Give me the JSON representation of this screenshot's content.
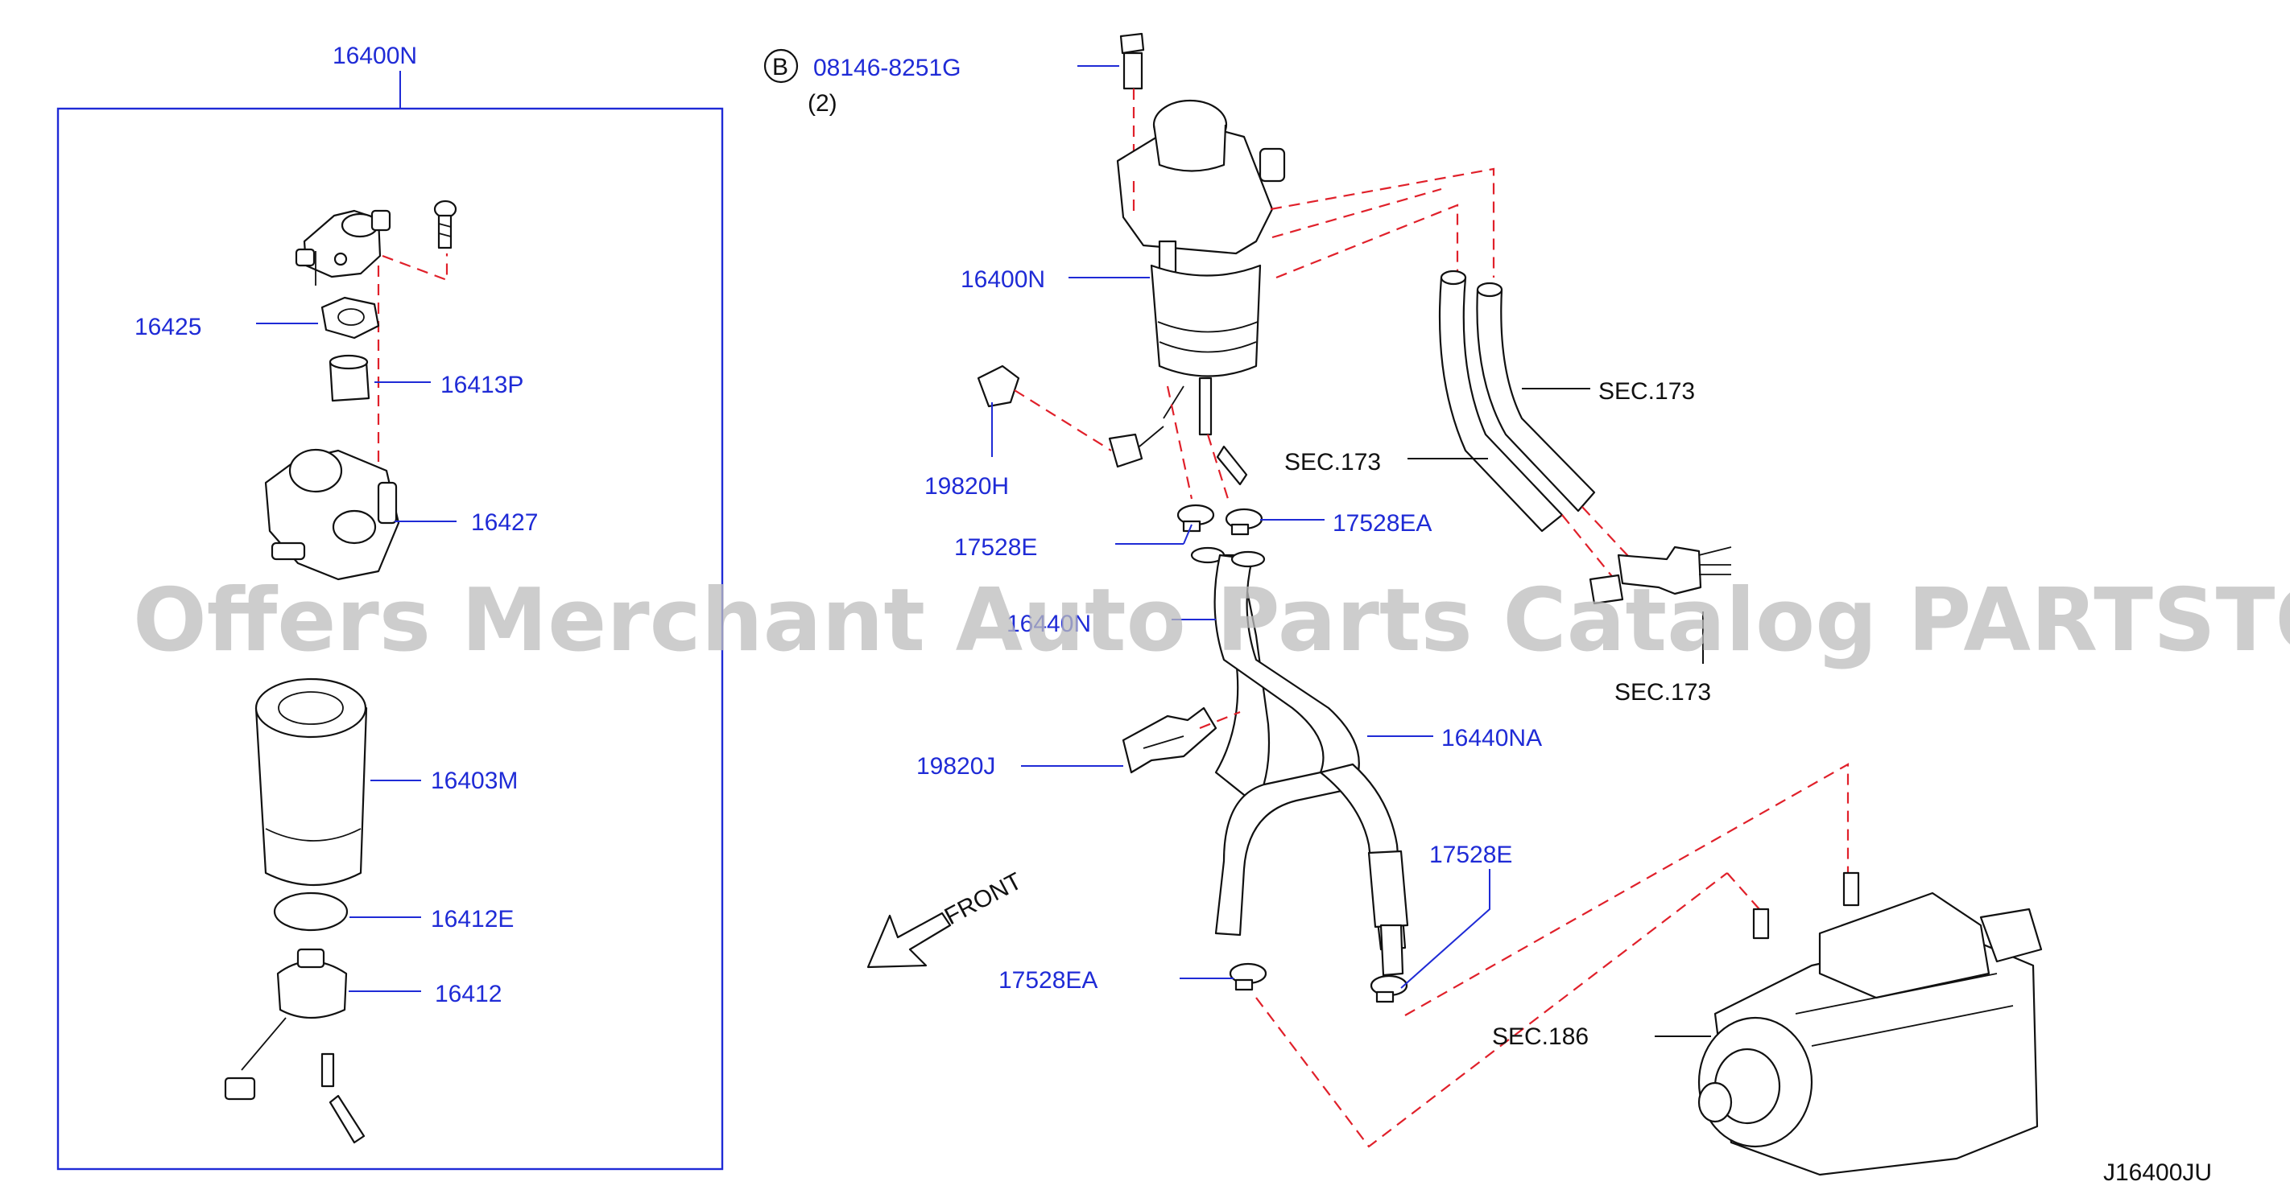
{
  "diagram": {
    "watermark": "Offers Merchant Auto Parts Catalog PARTSTORE.SA",
    "diagram_code": "J16400JU",
    "bolt_callout": {
      "symbol": "B",
      "part": "08146-8251G",
      "qty": "(2)"
    },
    "front_label": "FRONT",
    "labels": {
      "assembly_box_title": "16400N",
      "p16425": "16425",
      "p16413P": "16413P",
      "p16427": "16427",
      "p16403M": "16403M",
      "p16412E": "16412E",
      "p16412": "16412",
      "p16400N_main": "16400N",
      "p19820H": "19820H",
      "p17528E_top": "17528E",
      "p17528EA_top": "17528EA",
      "p16440N": "16440N",
      "p19820J": "19820J",
      "p16440NA": "16440NA",
      "p17528E_bottom": "17528E",
      "p17528EA_bottom": "17528EA",
      "sec173_a": "SEC.173",
      "sec173_b": "SEC.173",
      "sec173_c": "SEC.173",
      "sec186": "SEC.186"
    }
  },
  "colors": {
    "label_blue": "#1f2bd6",
    "dash_red": "#e0202a",
    "outline": "#111111",
    "watermark_gray": "#bdbdbd"
  }
}
